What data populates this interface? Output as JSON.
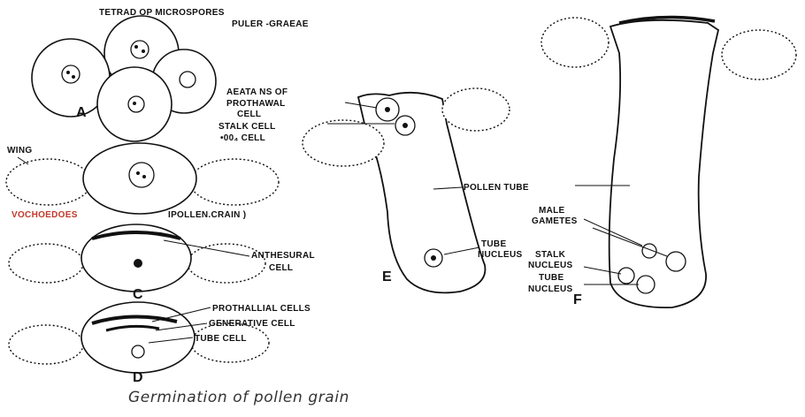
{
  "labels": {
    "tetrad_line1": "TETRAD OP MICROSPORES",
    "tetrad_line2": "PULER -GRAEAE",
    "wing": "WING",
    "vochoedoes": "VOCHOEDOES",
    "pollen_crain": "IPOLLEN.CRAIN )",
    "anthesural_line1": "ANTHESURAL",
    "anthesural_line2": "CELL",
    "prothallial_cells": "PROTHALLIAL CELLS",
    "generative_cell": "GENERATIVE CELL",
    "tube_cell": "TUBE CELL",
    "aeata_line1": "AEATA NS OF",
    "aeata_line2": "PROTHAWAL",
    "aeata_line3": "CELL",
    "stalk_cell": "STALK CELL",
    "oo_cell": "•00₄ CELL",
    "pollen_tube_e": "POLLEN TUBE",
    "tube_nucleus_e_line1": "TUBE",
    "tube_nucleus_e_line2": "NUCLEUS",
    "male_gametes_line1": "MALE",
    "male_gametes_line2": "GAMETES",
    "stalk_nucleus_line1": "STALK",
    "stalk_nucleus_line2": "NUCLEUS",
    "tube_nucleus_f_line1": "TUBE",
    "tube_nucleus_f_line2": "NUCLEUS"
  },
  "panels": {
    "a": "A",
    "c": "C",
    "d": "D",
    "e": "E",
    "f": "F"
  },
  "caption": "Germination of pollen grain",
  "colors": {
    "ink": "#111111",
    "label_red": "#c0392b",
    "caption": "#333333"
  }
}
